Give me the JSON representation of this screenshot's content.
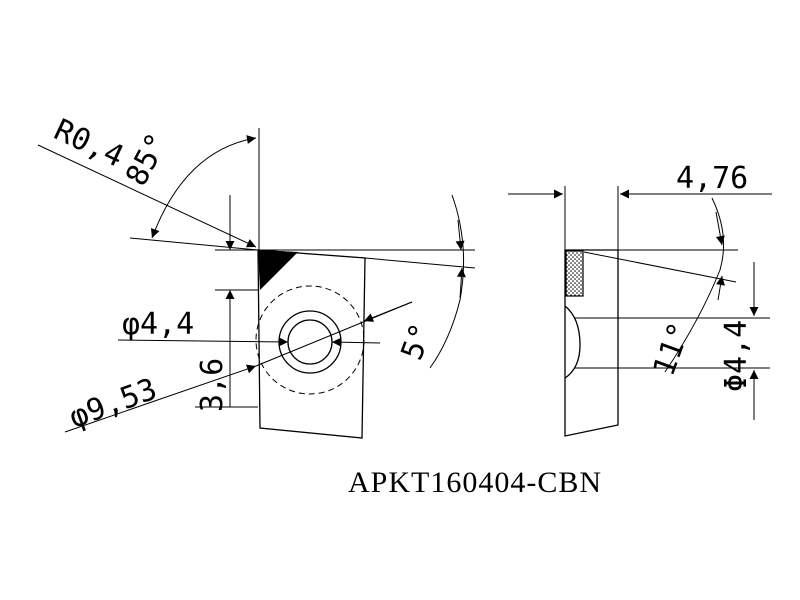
{
  "drawing": {
    "part_number": "APKT160404-CBN",
    "front_view": {
      "radius_label": "R0,4",
      "angle_85_label": "85°",
      "hole_dia_label": "φ4,4",
      "inscribed_dia_label": "φ9,53",
      "offset_label": "3,6",
      "clearance_angle_label": "5°"
    },
    "side_view": {
      "thickness_label": "4,76",
      "angle_11_label": "11°",
      "hole_dia_label": "Φ4,4"
    }
  },
  "colors": {
    "line": "#000000",
    "background": "#ffffff"
  }
}
